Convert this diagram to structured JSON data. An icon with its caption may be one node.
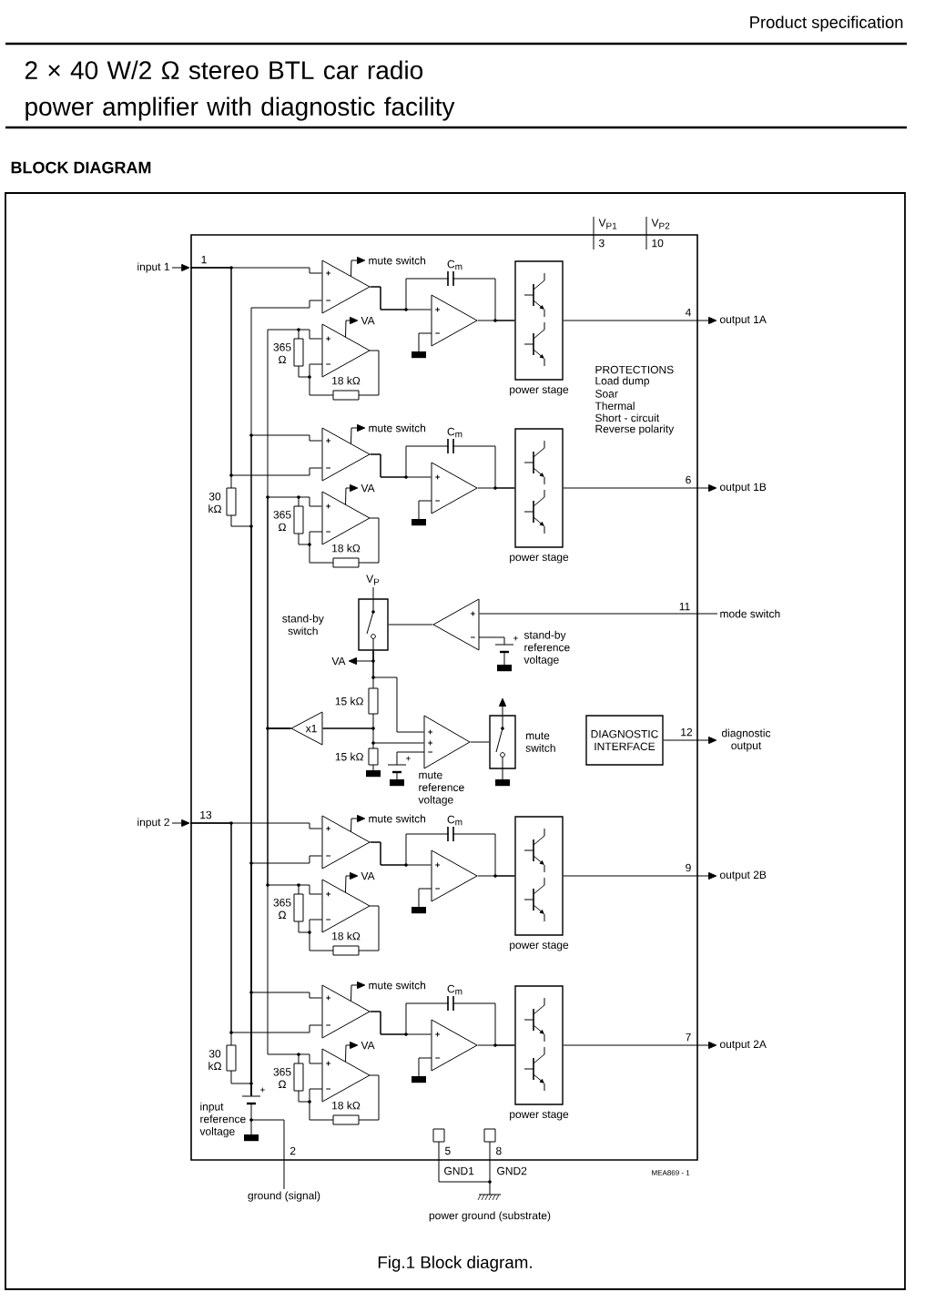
{
  "diagram": {
    "title": "2 × 40 W/2 Ω stereo BTL car radio power amplifier with diagnostic facility",
    "caption": "Fig.1 Block diagram.",
    "nodes": [
      {
        "text": [],
        "shape": "box"
      },
      {
        "text": [
          "input 1"
        ]
      },
      {
        "text": [],
        "shape": "triangle",
        "in": 0
      },
      {
        "text": [
          "mute switch"
        ],
        "in": 0
      },
      {
        "text": [],
        "shape": "triangle",
        "in": 0
      },
      {
        "text": [
          "VA"
        ],
        "in": 0
      },
      {
        "text": [],
        "shape": "triangle",
        "in": 0
      },
      {
        "text": [
          "power stage"
        ],
        "in": 0
      },
      {
        "text": [
          "output 1A"
        ]
      },
      {
        "text": [],
        "shape": "triangle",
        "in": 0
      },
      {
        "text": [
          "mute switch"
        ],
        "in": 0
      },
      {
        "text": [],
        "shape": "triangle",
        "in": 0
      },
      {
        "text": [
          "VA"
        ],
        "in": 0
      },
      {
        "text": [],
        "shape": "triangle",
        "in": 0
      },
      {
        "text": [
          "power stage"
        ],
        "in": 0
      },
      {
        "text": [
          "output 1B"
        ]
      },
      {
        "text": [
          "V$_{P}$"
        ],
        "in": 0
      },
      {
        "text": [
          "stand-by switch"
        ],
        "in": 0
      },
      {
        "text": [],
        "shape": "triangle",
        "in": 0
      },
      {
        "text": [
          "mode switch"
        ]
      },
      {
        "text": [
          "VA"
        ],
        "in": 0
      },
      {
        "text": [
          "x1"
        ],
        "in": 0
      },
      {
        "text": [],
        "shape": "triangle",
        "in": 0
      },
      {
        "text": [
          "mute switch"
        ],
        "in": 0
      },
      {
        "text": [
          "DIAGNOSTIC INTERFACE"
        ],
        "in": 0
      },
      {
        "text": [
          "diagnostic output"
        ]
      },
      {
        "text": [
          "input 2"
        ]
      },
      {
        "text": [],
        "shape": "triangle",
        "in": 0
      },
      {
        "text": [
          "mute switch"
        ],
        "in": 0
      },
      {
        "text": [],
        "shape": "triangle",
        "in": 0
      },
      {
        "text": [
          "VA"
        ],
        "in": 0
      },
      {
        "text": [],
        "shape": "triangle",
        "in": 0
      },
      {
        "text": [
          "power stage"
        ],
        "in": 0
      },
      {
        "text": [
          "output 2B"
        ]
      },
      {
        "text": [],
        "shape": "triangle",
        "in": 0
      },
      {
        "text": [
          "mute switch"
        ],
        "in": 0
      },
      {
        "text": [],
        "shape": "triangle",
        "in": 0
      },
      {
        "text": [
          "VA"
        ],
        "in": 0
      },
      {
        "text": [],
        "shape": "triangle",
        "in": 0
      },
      {
        "text": [
          "power stage"
        ],
        "in": 0
      },
      {
        "text": [
          "output 2A"
        ]
      },
      {
        "text": [
          "input reference voltage"
        ],
        "in": 0
      },
      {
        "text": [
          "ground (signal)"
        ]
      }
    ],
    "edges": [
      {
        "from": 1,
        "to": 0,
        "arrow": "to"
      },
      {
        "from": 0,
        "to": 2,
        "arrow": "none",
        "label": "1"
      },
      {
        "from": 2,
        "to": 3,
        "arrow": "to"
      },
      {
        "from": 4,
        "to": 5,
        "arrow": "to"
      },
      {
        "from": 2,
        "to": 6,
        "arrow": "none"
      },
      {
        "from": 6,
        "to": 7,
        "arrow": "none"
      },
      {
        "from": 7,
        "to": 8,
        "arrow": "to",
        "label": "4"
      },
      {
        "from": 0,
        "to": 9,
        "arrow": "none"
      },
      {
        "from": 9,
        "to": 10,
        "arrow": "to"
      },
      {
        "from": 11,
        "to": 12,
        "arrow": "to"
      },
      {
        "from": 9,
        "to": 13,
        "arrow": "none"
      },
      {
        "from": 13,
        "to": 14,
        "arrow": "none"
      },
      {
        "from": 14,
        "to": 15,
        "arrow": "to",
        "label": "6"
      },
      {
        "from": 17,
        "to": 16,
        "arrow": "none"
      },
      {
        "from": 19,
        "to": 18,
        "arrow": "none",
        "label": "11"
      },
      {
        "from": 18,
        "to": 17,
        "arrow": "none"
      },
      {
        "from": 17,
        "to": 20,
        "arrow": "to"
      },
      {
        "from": 17,
        "to": 21,
        "arrow": "none"
      },
      {
        "from": 17,
        "to": 22,
        "arrow": "none"
      },
      {
        "from": 21,
        "to": 4,
        "arrow": "none"
      },
      {
        "from": 21,
        "to": 11,
        "arrow": "none"
      },
      {
        "from": 21,
        "to": 29,
        "arrow": "none"
      },
      {
        "from": 21,
        "to": 36,
        "arrow": "none"
      },
      {
        "from": 22,
        "to": 23,
        "arrow": "none"
      },
      {
        "from": 23,
        "to": null,
        "arrow": "to"
      },
      {
        "from": 24,
        "to": 25,
        "arrow": "to",
        "label": "12"
      },
      {
        "from": 26,
        "to": 0,
        "arrow": "to"
      },
      {
        "from": 0,
        "to": 27,
        "arrow": "none",
        "label": "13"
      },
      {
        "from": 27,
        "to": 28,
        "arrow": "to"
      },
      {
        "from": 29,
        "to": 30,
        "arrow": "to"
      },
      {
        "from": 27,
        "to": 31,
        "arrow": "none"
      },
      {
        "from": 31,
        "to": 32,
        "arrow": "none"
      },
      {
        "from": 32,
        "to": 33,
        "arrow": "to",
        "label": "9"
      },
      {
        "from": 0,
        "to": 34,
        "arrow": "none"
      },
      {
        "from": 34,
        "to": 35,
        "arrow": "to"
      },
      {
        "from": 36,
        "to": 37,
        "arrow": "to"
      },
      {
        "from": 34,
        "to": 38,
        "arrow": "none"
      },
      {
        "from": 38,
        "to": 39,
        "arrow": "none"
      },
      {
        "from": 39,
        "to": 40,
        "arrow": "to",
        "label": "7"
      },
      {
        "from": 0,
        "to": 41,
        "arrow": "none"
      },
      {
        "from": 0,
        "to": 41,
        "arrow": "none"
      },
      {
        "from": 41,
        "to": 2,
        "arrow": "none"
      },
      {
        "from": 41,
        "to": 9,
        "arrow": "none"
      },
      {
        "from": 41,
        "to": 27,
        "arrow": "none"
      },
      {
        "from": 41,
        "to": 34,
        "arrow": "none"
      },
      {
        "from": 41,
        "to": 42,
        "arrow": "none",
        "label": "2"
      },
      {
        "from": 2,
        "to": 7,
        "arrow": "none",
        "label": "C$_{m}$"
      },
      {
        "from": 9,
        "to": 14,
        "arrow": "none",
        "label": "C$_{m}$"
      },
      {
        "from": 27,
        "to": 32,
        "arrow": "none",
        "label": "C$_{m}$"
      },
      {
        "from": 34,
        "to": 39,
        "arrow": "none",
        "label": "C$_{m}$"
      },
      {
        "from": 21,
        "to": 22,
        "arrow": "none"
      }
    ],
    "labels": [
      "Product specification",
      "BLOCK DIAGRAM",
      "V$_{P1}$",
      "3",
      "V$_{P2}$",
      "10",
      "365 Ω",
      "18 kΩ",
      "PROTECTIONS",
      "Load dump",
      "Soar",
      "Thermal",
      "Short - circuit",
      "Reverse polarity",
      "30 kΩ",
      "365 Ω",
      "18 kΩ",
      "stand-by reference voltage",
      "15 kΩ",
      "15 kΩ",
      "mute reference voltage",
      "365 Ω",
      "18 kΩ",
      "30 kΩ",
      "365 Ω",
      "18 kΩ",
      "5",
      "8",
      "GND1",
      "GND2",
      "power ground (substrate)",
      "MEA869 - 1"
    ]
  }
}
